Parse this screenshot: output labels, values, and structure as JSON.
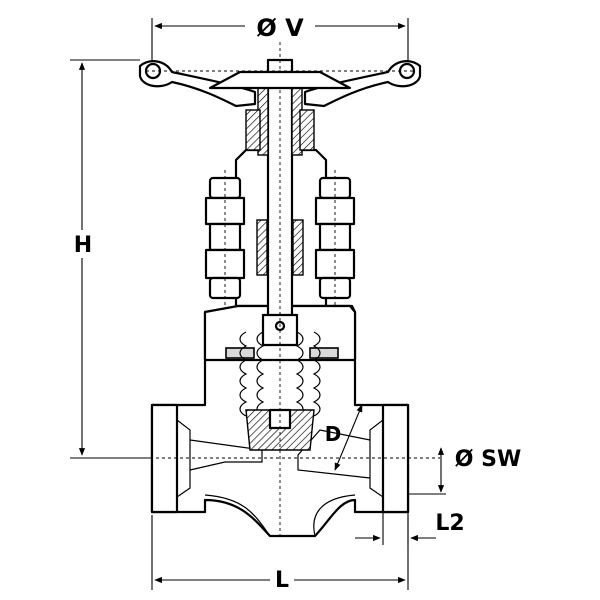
{
  "diagram": {
    "labels": {
      "handwheel_diameter": "Ø V",
      "height": "H",
      "disc_diameter": "D",
      "socket_weld_diameter": "Ø SW",
      "socket_depth": "L2",
      "length": "L"
    }
  }
}
